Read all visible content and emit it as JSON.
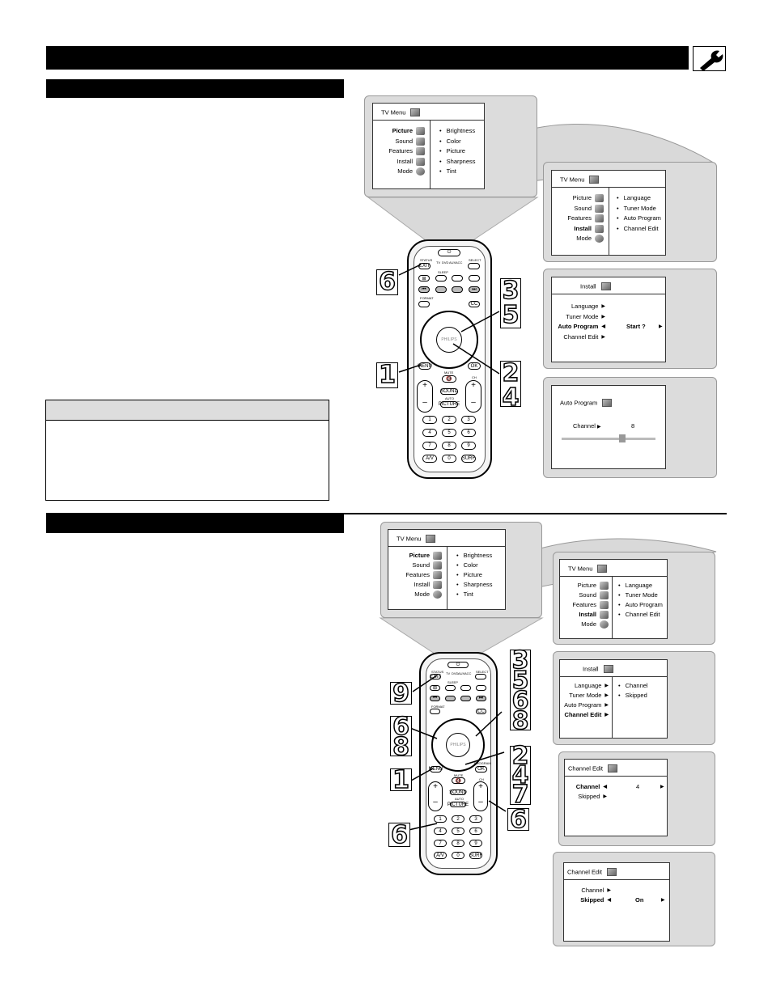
{
  "menus": {
    "tv_menu_title": "TV Menu",
    "install_title": "Install",
    "auto_program_title": "Auto Program",
    "channel_edit_title": "Channel Edit",
    "tv_menu_left": [
      "Picture",
      "Sound",
      "Features",
      "Install",
      "Mode"
    ],
    "picture_options": [
      "Brightness",
      "Color",
      "Picture",
      "Sharpness",
      "Tint"
    ],
    "install_options": [
      "Language",
      "Tuner Mode",
      "Auto Program",
      "Channel Edit"
    ],
    "channel_edit_options": [
      "Channel",
      "Skipped"
    ],
    "start_label": "Start ?",
    "channel_label": "Channel",
    "channel_value_a": "8",
    "channel_value_b": "4",
    "skipped_label": "Skipped",
    "on_label": "On"
  },
  "remote": {
    "brand": "PHILIPS",
    "status": "STATUS",
    "exit": "EXIT",
    "select": "SELECT",
    "tv": "TV",
    "dvd": "DVD",
    "aux": "AUX",
    "acc": "ACC",
    "menu": "MENU",
    "ok": "OK",
    "cc": "CC",
    "mute": "MUTE",
    "sound": "SOUND",
    "auto": "AUTO",
    "picture": "PICTURE",
    "av": "A/V",
    "surf": "SURF",
    "ch": "CH",
    "program": "PROGRAM",
    "format": "FORMAT",
    "sleep": "SLEEP",
    "plus": "+",
    "minus": "–",
    "digits": [
      "1",
      "2",
      "3",
      "4",
      "5",
      "6",
      "7",
      "8",
      "9",
      "0"
    ]
  },
  "steps_top": {
    "a": "6",
    "b": "3\n5",
    "c": "1",
    "d": "2\n4"
  },
  "steps_bottom": {
    "a": "3\n5\n6\n8",
    "b": "9",
    "c": "6\n8",
    "d": "2\n4\n7",
    "e": "1",
    "f": "6",
    "g": "6"
  }
}
